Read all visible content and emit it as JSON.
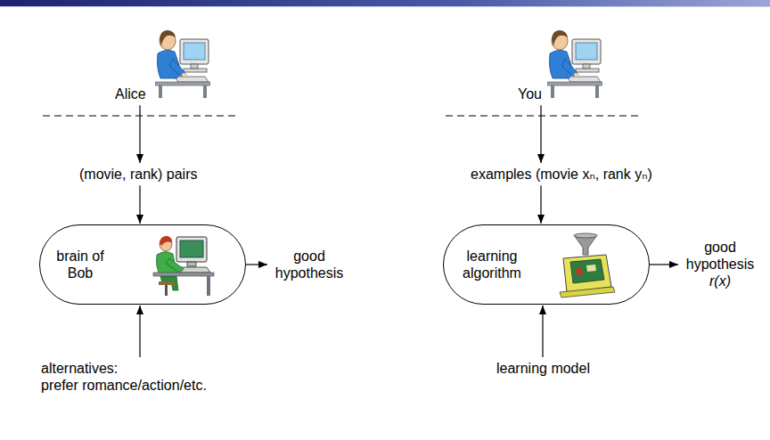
{
  "diagram": {
    "nodes": [
      {
        "text": [
          "Alice"
        ]
      },
      {
        "text": [
          "(movie, rank) pairs"
        ]
      },
      {
        "text": [
          "brain of Bob"
        ]
      },
      {
        "text": [
          "good hypothesis"
        ]
      },
      {
        "text": [
          "alternatives:",
          "prefer romance/action/etc."
        ]
      },
      {
        "text": [
          "You"
        ]
      },
      {
        "text": [
          "examples (movie xₙ, rank yₙ)"
        ]
      },
      {
        "text": [
          "learning algorithm"
        ]
      },
      {
        "text": [
          "good hypothesis",
          "r(x)"
        ]
      },
      {
        "text": [
          "learning model"
        ]
      }
    ],
    "edges": [
      {
        "from": 0,
        "to": 1,
        "arrow": "to"
      },
      {
        "from": 1,
        "to": 2,
        "arrow": "to"
      },
      {
        "from": 2,
        "to": 3,
        "arrow": "to"
      },
      {
        "from": 4,
        "to": 2,
        "arrow": "to"
      },
      {
        "from": 5,
        "to": 6,
        "arrow": "to"
      },
      {
        "from": 6,
        "to": 7,
        "arrow": "to"
      },
      {
        "from": 7,
        "to": 8,
        "arrow": "to"
      },
      {
        "from": 9,
        "to": 7,
        "arrow": "to"
      }
    ]
  }
}
